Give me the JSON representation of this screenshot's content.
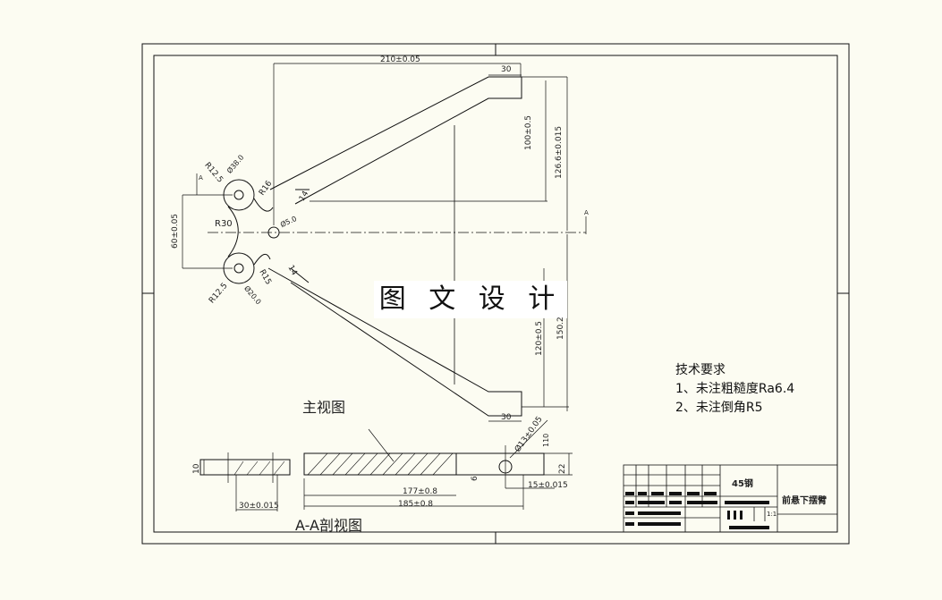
{
  "watermark": "图 文 设 计",
  "views": {
    "front_label": "主视图",
    "section_label": "A-A剖视图"
  },
  "tech_notes": {
    "title": "技术要求",
    "items": [
      "1、未注粗糙度Ra6.4",
      "2、未注倒角R5"
    ]
  },
  "section_marker": "A",
  "dimensions": {
    "top_len": "210±0.05",
    "top_tab": "30",
    "upper_h": "100±0.5",
    "upper_total": "126.6±0.015",
    "pivot_spacing": "60±0.05",
    "r12_5_top": "R12.5",
    "dia_top": "Ø38.0",
    "r16": "R16",
    "r30": "R30",
    "arm_w_top": "14",
    "dia_center": "Ø5.0",
    "r12_5_bot": "R12.5",
    "dia_bot": "Ø20.0",
    "r15": "R15",
    "arm_w_bot": "14",
    "lower_h": "120±0.5",
    "lower_total": "150.2",
    "bottom_tab": "30",
    "hole_dia": "Ø13±0.05",
    "hole_h": "110",
    "thick_left": "10",
    "slot": "6",
    "height_right": "22",
    "len_177": "177±0.8",
    "len_185": "185±0.8",
    "len_30": "30±0.015",
    "len_15": "15±0.015"
  },
  "title_block": {
    "material": "45钢",
    "part_name": "前悬下摆臂",
    "scale": "1:1"
  }
}
